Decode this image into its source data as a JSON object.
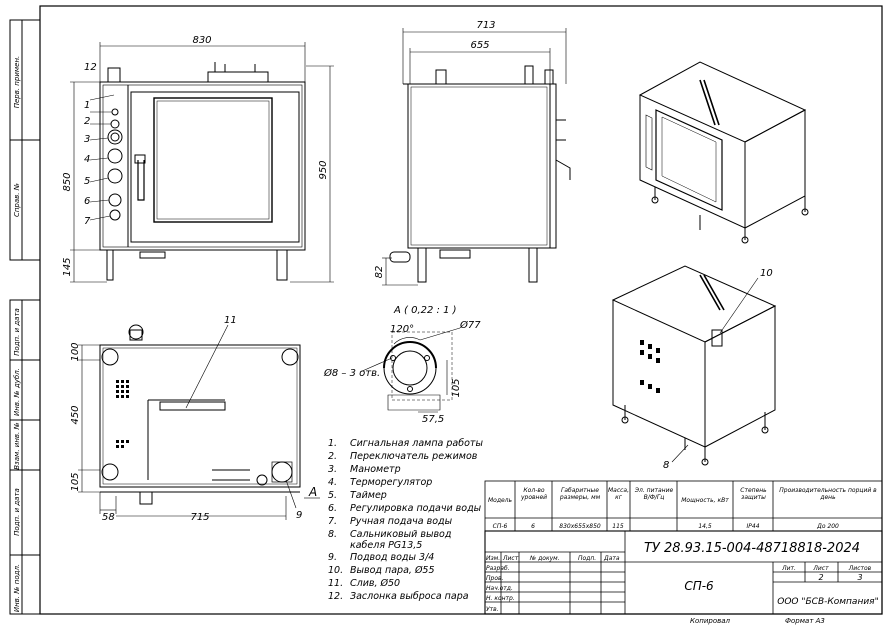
{
  "left_strip": [
    "Перв. примен.",
    "Справ. №",
    "Подп. и дата",
    "Инв. № дубл.",
    "Взам. инв. №",
    "Подп. и дата",
    "Инв. № подл."
  ],
  "front_view": {
    "width": "830",
    "height": "850",
    "legs": "145",
    "total_height": "950",
    "callouts": [
      "12",
      "1",
      "2",
      "3",
      "4",
      "5",
      "6",
      "7"
    ]
  },
  "side_view": {
    "width_total": "713",
    "width_body": "655",
    "drain": "82"
  },
  "plan_view": {
    "dim_100": "100",
    "dim_450": "450",
    "dim_105": "105",
    "dim_58": "58",
    "dim_715": "715",
    "callout_11": "11",
    "callout_9": "9",
    "section_mark": "A"
  },
  "detail_a": {
    "title": "А ( 0,22 : 1 )",
    "angle": "120°",
    "dia77": "Ø77",
    "holes": "Ø8 – 3 отв.",
    "dim_57": "57,5",
    "dim_105": "105"
  },
  "iso_callouts": {
    "c10": "10",
    "c8": "8"
  },
  "legend": [
    "Сигнальная лампа работы",
    "Переключатель режимов",
    "Манометр",
    "Терморегулятор",
    "Таймер",
    "Регулировка подачи воды",
    "Ручная подача воды",
    "Сальниковый вывод",
    "кабеля PG13,5",
    "Подвод воды 3/4",
    "Вывод пара, Ø55",
    "Слив, Ø50",
    "Заслонка выброса пара"
  ],
  "legend_numbers": [
    "1.",
    "2.",
    "3.",
    "4.",
    "5.",
    "6.",
    "7.",
    "8.",
    "",
    "9.",
    "10.",
    "11.",
    "12."
  ],
  "spec_table": {
    "headers": [
      "Модель",
      "Кол-во уровней",
      "Габаритные размеры, мм",
      "Масса, кг",
      "Эл. питание В/Ф/Гц",
      "Мощность, кВт",
      "Степень защиты",
      "Производительность порций в день"
    ],
    "row": [
      "СП-6",
      "6",
      "830х655х850",
      "115",
      "",
      "14,5",
      "IP44",
      "До 200"
    ]
  },
  "title_block": {
    "doc_number": "ТУ 28.93.15-004-48718818-2024",
    "name": "СП-6",
    "company": "ООО \"БСВ-Компания\"",
    "rows": [
      "Изм.",
      "Лист",
      "№ докум.",
      "Подп.",
      "Дата"
    ],
    "roles": [
      "Разраб.",
      "Пров.",
      "Нач.отд.",
      "Н. контр.",
      "Утв."
    ],
    "lit_label": "Лит.",
    "sheet_label": "Лист",
    "sheets_label": "Листов",
    "sheet": "2",
    "sheets": "3",
    "copied": "Копировал",
    "format": "Формат А3"
  }
}
